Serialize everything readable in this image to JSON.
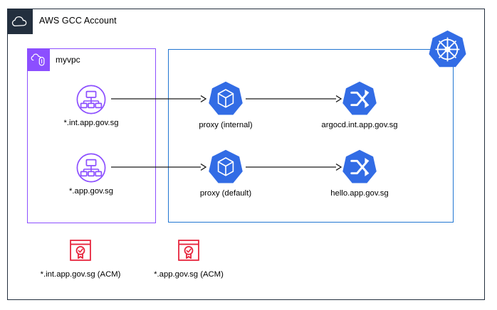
{
  "account": {
    "title": "AWS GCC Account",
    "icon": "aws-cloud-icon",
    "badge_color": "#232f3e",
    "border_color": "#232f3e"
  },
  "vpc": {
    "title": "myvpc",
    "icon": "aws-vpc-icon",
    "badge_color": "#8c4fff",
    "border_color": "#8c4fff"
  },
  "cluster": {
    "icon": "kubernetes-logo-icon",
    "border_color": "#2176d2",
    "logo_color": "#326ce5"
  },
  "colors": {
    "aws_navy": "#232f3e",
    "vpc_purple": "#8c4fff",
    "k8s_blue": "#326ce5",
    "cluster_border": "#2176d2",
    "acm_red": "#e7253e",
    "arrow": "#1a1a1a"
  },
  "nodes": {
    "load_balancers": [
      {
        "label": "*.int.app.gov.sg",
        "icon": "load-balancer-icon"
      },
      {
        "label": "*.app.gov.sg",
        "icon": "load-balancer-icon"
      }
    ],
    "pods": [
      {
        "label": "proxy (internal)",
        "icon": "kubernetes-pod-icon"
      },
      {
        "label": "proxy (default)",
        "icon": "kubernetes-pod-icon"
      }
    ],
    "services": [
      {
        "label": "argocd.int.app.gov.sg",
        "icon": "kubernetes-service-icon"
      },
      {
        "label": "hello.app.gov.sg",
        "icon": "kubernetes-service-icon"
      }
    ],
    "certificates": [
      {
        "label": "*.int.app.gov.sg (ACM)",
        "icon": "acm-certificate-icon"
      },
      {
        "label": "*.app.gov.sg (ACM)",
        "icon": "acm-certificate-icon"
      }
    ]
  },
  "connections": [
    {
      "from": "*.int.app.gov.sg",
      "to": "proxy (internal)"
    },
    {
      "from": "proxy (internal)",
      "to": "argocd.int.app.gov.sg"
    },
    {
      "from": "*.app.gov.sg",
      "to": "proxy (default)"
    },
    {
      "from": "proxy (default)",
      "to": "hello.app.gov.sg"
    }
  ]
}
